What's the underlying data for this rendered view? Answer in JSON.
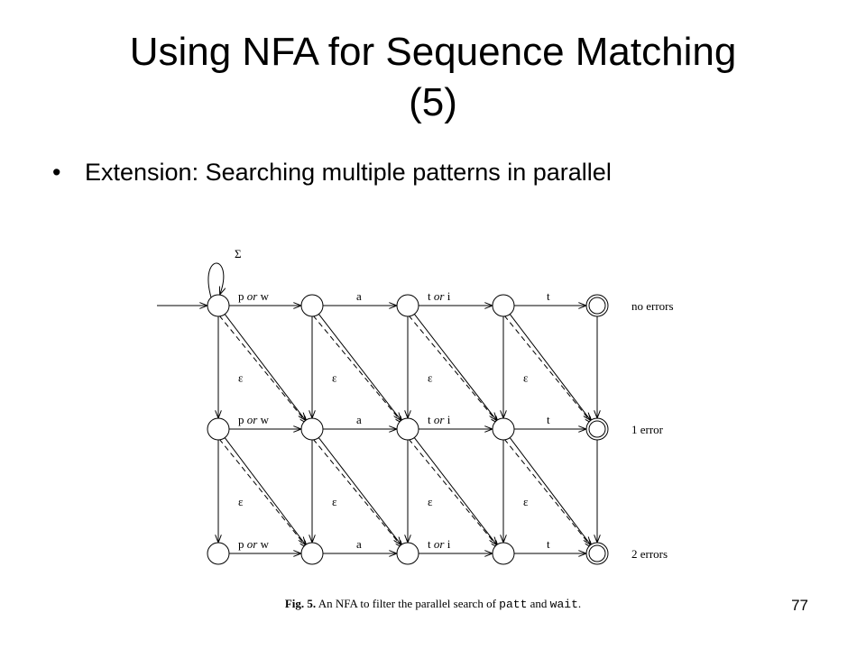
{
  "slide": {
    "title_line1": "Using NFA for Sequence Matching",
    "title_line2": "(5)",
    "bullet_symbol": "•",
    "bullet_text": "Extension: Searching multiple patterns in parallel",
    "page_number": "77"
  },
  "diagram": {
    "loop_label": "Σ",
    "epsilon": "ε",
    "transitions": [
      {
        "first": "p",
        "or": "or",
        "second": "w"
      },
      {
        "single": "a"
      },
      {
        "first": "t",
        "or": "or",
        "second": "i"
      },
      {
        "single": "t"
      }
    ],
    "row_labels": [
      "no errors",
      "1 error",
      "2 errors"
    ]
  },
  "caption": {
    "fig_label": "Fig. 5.",
    "text_before": " An NFA to filter the parallel search of ",
    "code1": "patt",
    "text_mid": " and ",
    "code2": "wait",
    "text_after": "."
  }
}
